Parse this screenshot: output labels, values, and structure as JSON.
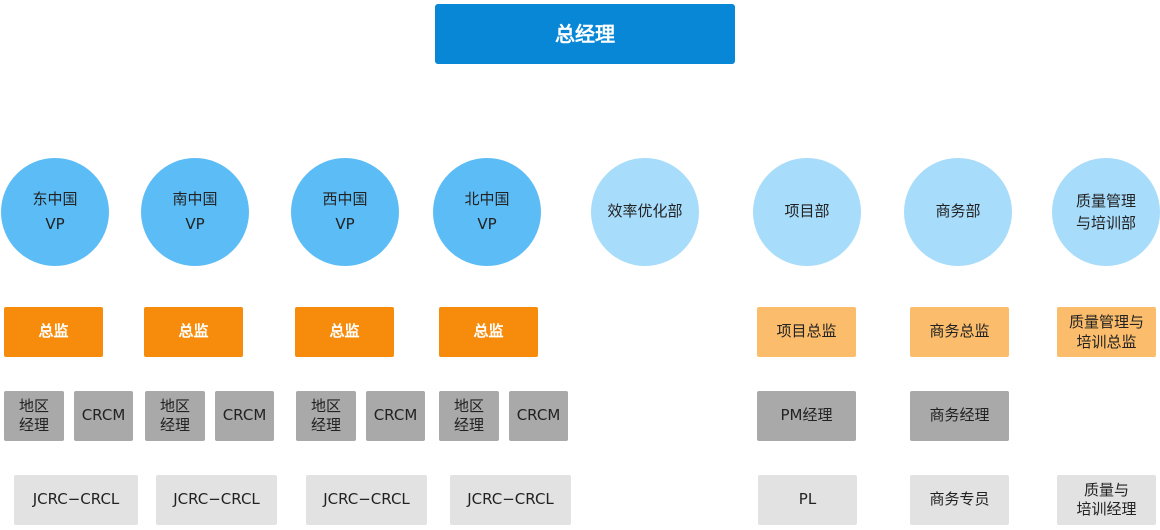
{
  "top": {
    "label": "总经理"
  },
  "vps": [
    {
      "line1": "东中国",
      "line2": "VP"
    },
    {
      "line1": "南中国",
      "line2": "VP"
    },
    {
      "line1": "西中国",
      "line2": "VP"
    },
    {
      "line1": "北中国",
      "line2": "VP"
    }
  ],
  "departments": [
    {
      "label": "效率优化部"
    },
    {
      "label": "项目部"
    },
    {
      "label": "商务部"
    },
    {
      "label": "质量管理\n与培训部"
    }
  ],
  "regional": {
    "director": "总监",
    "area_manager": "地区\n经理",
    "crcm": "CRCM",
    "jcrc": "JCRC−CRCL"
  },
  "project": {
    "director": "项目总监",
    "manager": "PM经理",
    "staff": "PL"
  },
  "business": {
    "director": "商务总监",
    "manager": "商务经理",
    "staff": "商务专员"
  },
  "quality": {
    "director": "质量管理与\n培训总监",
    "staff": "质量与\n培训经理"
  }
}
